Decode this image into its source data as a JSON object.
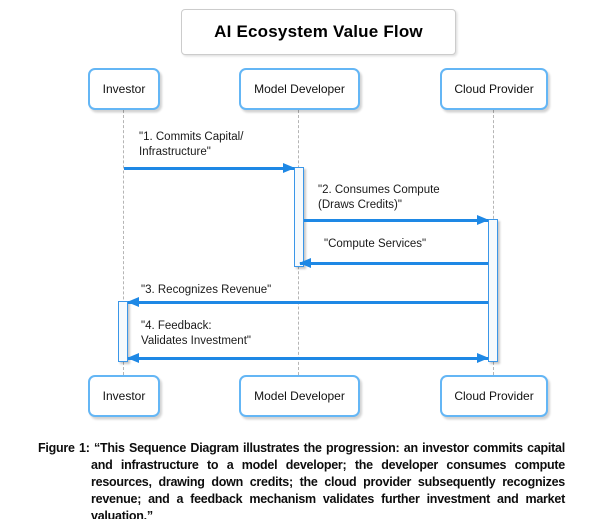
{
  "title": "AI Ecosystem Value Flow",
  "colors": {
    "arrow": "#1e88e5",
    "actor_border": "#64b6f5",
    "lifeline": "#b5b5b5",
    "title_border": "#cccccc",
    "background": "#ffffff"
  },
  "actors": [
    {
      "name": "Investor"
    },
    {
      "name": "Model Developer"
    },
    {
      "name": "Cloud Provider"
    }
  ],
  "messages": [
    {
      "label": "\"1. Commits Capital/\nInfrastructure\"",
      "from": "Investor",
      "to": "Model Developer",
      "direction": "right"
    },
    {
      "label": "\"2. Consumes Compute\n(Draws Credits)\"",
      "from": "Model Developer",
      "to": "Cloud Provider",
      "direction": "right"
    },
    {
      "label": "\"Compute Services\"",
      "from": "Cloud Provider",
      "to": "Model Developer",
      "direction": "left"
    },
    {
      "label": "\"3. Recognizes Revenue\"",
      "from": "Cloud Provider",
      "to": "Investor",
      "direction": "left"
    },
    {
      "label": "\"4. Feedback:\nValidates Investment\"",
      "from": "Investor",
      "to": "Cloud Provider",
      "direction": "both"
    }
  ],
  "caption": {
    "label": "Figure 1:",
    "text": "“This Sequence Diagram illustrates the progression: an investor commits capital and infrastructure to a model developer; the developer consumes compute resources, drawing down credits; the cloud provider subsequently recognizes revenue; and a feedback mechanism validates further investment and market valuation.”"
  }
}
